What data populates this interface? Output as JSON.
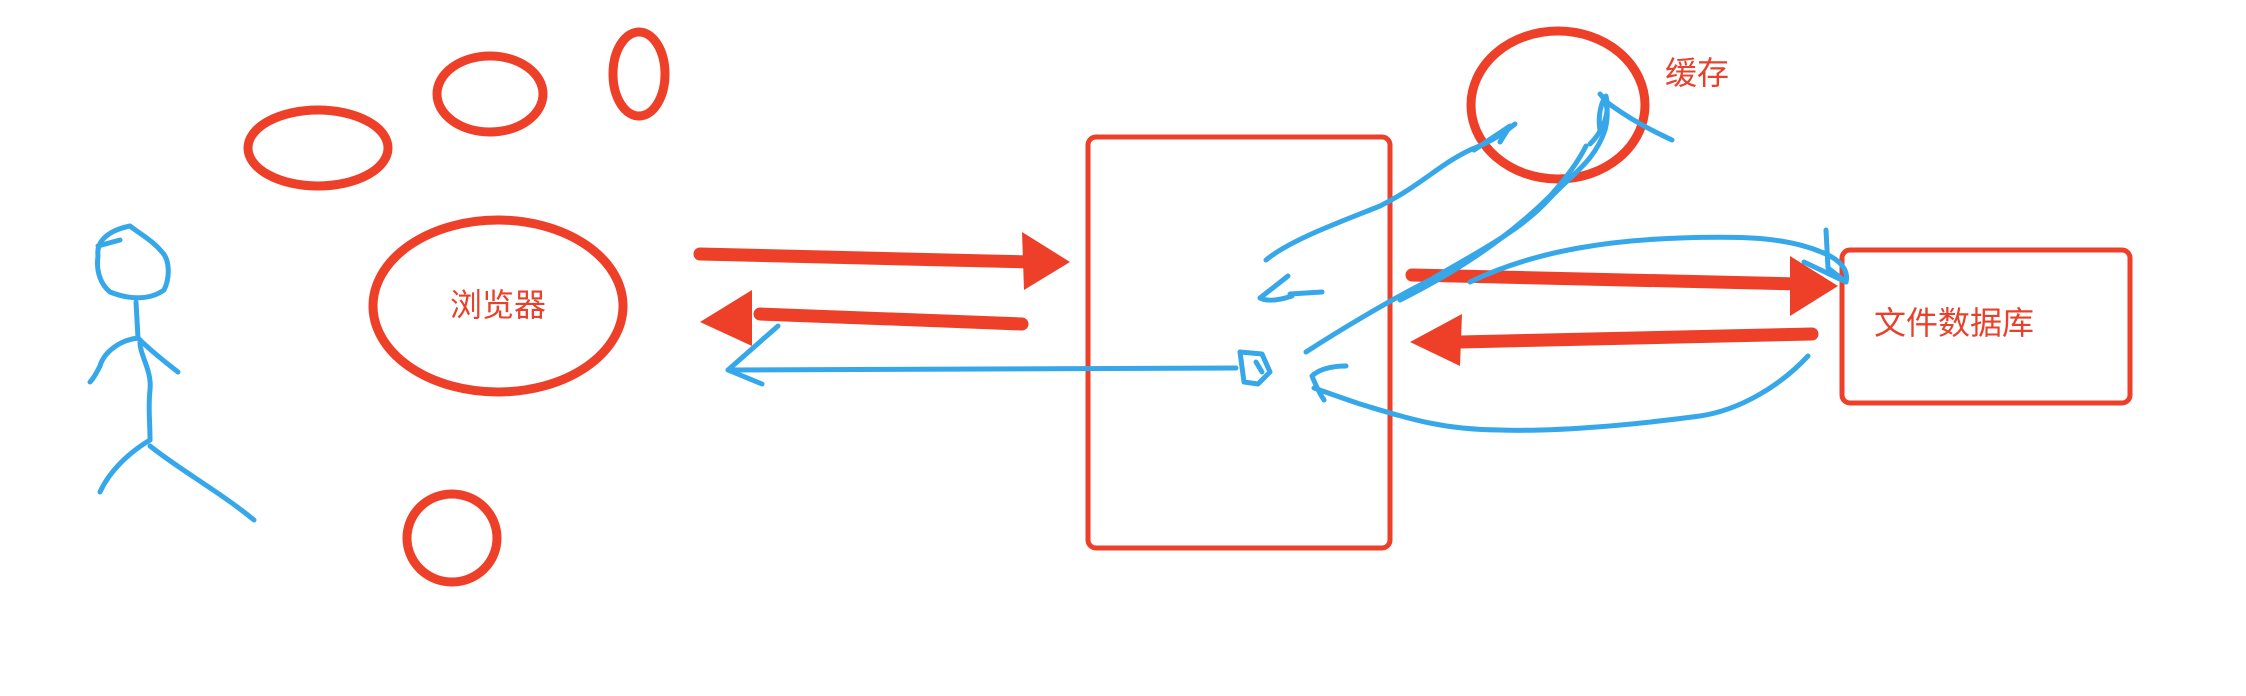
{
  "colors": {
    "red": "#ee3f28",
    "blue": "#36a8ea",
    "background": "#ffffff"
  },
  "labels": {
    "browser": "浏览器",
    "cache": "缓存",
    "file_database": "文件数据库"
  },
  "icons": [
    "stick-figure-user-icon"
  ]
}
